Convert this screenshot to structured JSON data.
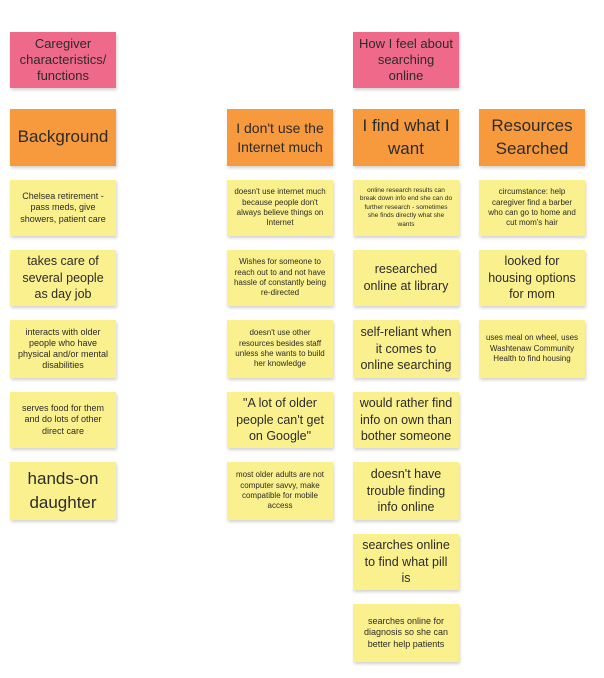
{
  "headers": {
    "caregiver": "Caregiver characteristics/ functions",
    "searching": "How I feel about searching online"
  },
  "columns": {
    "background": {
      "title": "Background",
      "notes": [
        "Chelsea retirement - pass meds, give showers, patient care",
        "takes care of several people as day job",
        "interacts with older people who have physical and/or mental disabilities",
        "serves food for them and do lots of other direct care",
        "hands-on daughter"
      ]
    },
    "no_internet": {
      "title": "I don't use the Internet much",
      "notes": [
        "doesn't use internet much because people don't always believe things on Internet",
        "Wishes for someone to reach out to and not have hassle of constantly being re-directed",
        "doesn't use other resources besides staff unless she wants to build her knowledge",
        "\"A lot of older people can't get on Google\"",
        "most older adults are not computer savvy, make compatible for mobile access"
      ]
    },
    "find_what_i_want": {
      "title": "I find what I want",
      "notes": [
        "online research results can break down info end she can do further research - sometimes she finds directly what she wants",
        "researched online at library",
        "self-reliant when it comes to online searching",
        "would rather find info on own than bother someone",
        "doesn't have trouble finding info online",
        "searches online to find what pill is",
        "searches online for diagnosis so she can better help patients"
      ]
    },
    "resources": {
      "title": "Resources Searched",
      "notes": [
        "circumstance: help caregiver find a barber who can go to home and cut mom's hair",
        "looked for housing options for mom",
        "uses meal on wheel, uses Washtenaw Community Health to find housing"
      ]
    }
  },
  "colors": {
    "pink": "#ef6a8a",
    "orange": "#f79a3e",
    "yellow": "#fbf08e"
  }
}
